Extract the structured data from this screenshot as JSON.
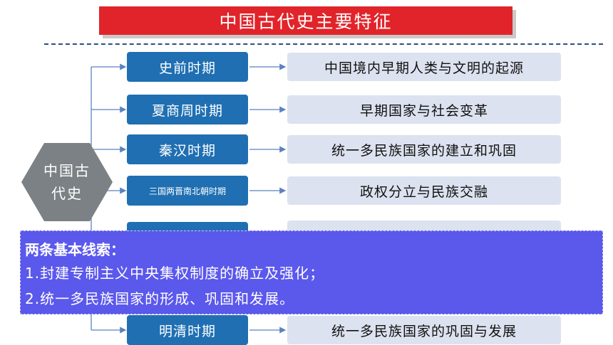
{
  "title": "中国古代史主要特征",
  "root_label": "中国古代史",
  "periods": [
    {
      "label": "史前时期",
      "desc": "中国境内早期人类与文明的起源"
    },
    {
      "label": "夏商周时期",
      "desc": "早期国家与社会变革"
    },
    {
      "label": "秦汉时期",
      "desc": "统一多民族国家的建立和巩固"
    },
    {
      "label": "三国两晋南北朝时期",
      "desc": "政权分立与民族交融"
    },
    {
      "label": "",
      "desc": ""
    },
    {
      "label": "",
      "desc": ""
    },
    {
      "label": "明清时期",
      "desc": "统一多民族国家的巩固与发展"
    }
  ],
  "overlay": {
    "heading": "两条基本线索：",
    "lines": [
      "1.封建专制主义中央集权制度的确立及强化；",
      "2.统一多民族国家的形成、巩固和发展。"
    ]
  },
  "colors": {
    "title_bg": "#e1242a",
    "period_bg": "#1f6fb2",
    "desc_bg": "#dce2ef",
    "root_bg": "#7b8185",
    "overlay_bg": "#5b58ec",
    "connector": "#5b82c0"
  }
}
